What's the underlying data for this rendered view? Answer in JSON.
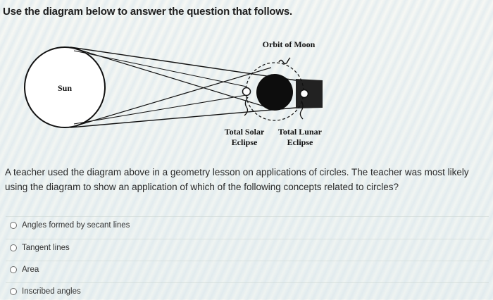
{
  "heading": "Use the diagram below to answer the question that follows.",
  "diagram": {
    "sun_label": "Sun",
    "orbit_label": "Orbit of Moon",
    "solar_label_line1": "Total Solar",
    "solar_label_line2": "Eclipse",
    "lunar_label_line1": "Total Lunar",
    "lunar_label_line2": "Eclipse"
  },
  "question": "A teacher used the diagram above in a geometry lesson on applications of circles. The teacher was most likely using the diagram to show an application of which of the following concepts related to circles?",
  "options": [
    {
      "label": "Angles formed by secant lines"
    },
    {
      "label": "Tangent lines"
    },
    {
      "label": "Area"
    },
    {
      "label": "Inscribed angles"
    }
  ]
}
